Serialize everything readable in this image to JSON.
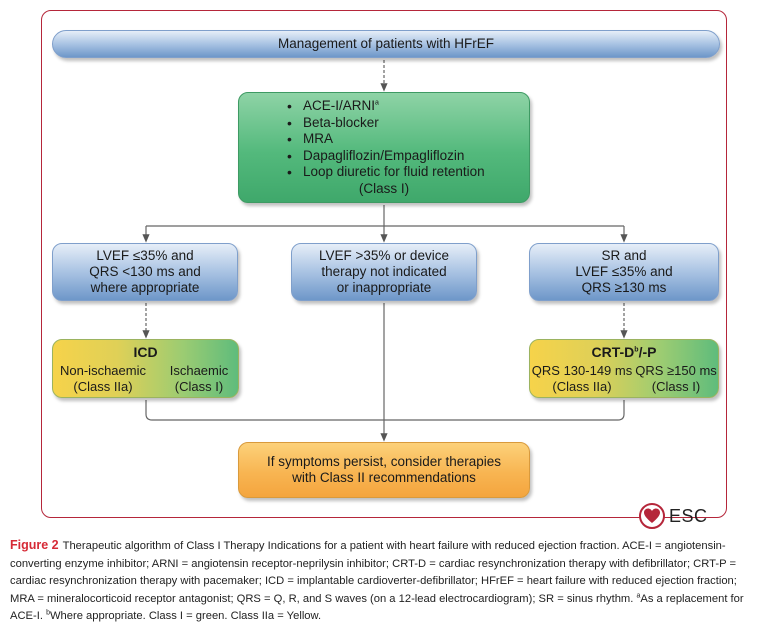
{
  "title": "Management of patients with HFrEF",
  "first_line": {
    "items": [
      {
        "text": "ACE-I/ARNI",
        "sup": "a"
      },
      {
        "text": "Beta-blocker",
        "sup": ""
      },
      {
        "text": "MRA",
        "sup": ""
      },
      {
        "text": "Dapagliflozin/Empagliflozin",
        "sup": ""
      },
      {
        "text": "Loop diuretic for fluid retention",
        "sup": ""
      }
    ],
    "class": "(Class I)"
  },
  "criteria": {
    "left": [
      "LVEF ≤35% and",
      "QRS <130 ms and",
      "where appropriate"
    ],
    "middle": [
      "LVEF >35% or device",
      "therapy not indicated",
      "or inappropriate"
    ],
    "right": [
      "SR and",
      "LVEF ≤35% and",
      "QRS ≥130 ms"
    ]
  },
  "icd": {
    "title": "ICD",
    "left_label": "Non-ischaemic",
    "left_class": "(Class IIa)",
    "right_label": "Ischaemic",
    "right_class": "(Class I)"
  },
  "crt": {
    "title_main": "CRT-D",
    "title_sup": "b",
    "title_suffix": "/-P",
    "left_label": "QRS 130-149 ms",
    "left_class": "(Class IIa)",
    "right_label": "QRS ≥150 ms",
    "right_class": "(Class I)"
  },
  "final": [
    "If symptoms persist, consider therapies",
    "with Class II recommendations"
  ],
  "logo_text": "ESC",
  "caption": {
    "label": "Figure 2",
    "text_before_a": "Therapeutic algorithm of Class I Therapy Indications for a patient with heart failure with reduced ejection fraction. ACE-I = angiotensin-converting enzyme inhibitor; ARNI = angiotensin receptor-neprilysin inhibitor; CRT-D = cardiac resynchronization therapy with defibrillator; CRT-P = cardiac resynchronization therapy with pacemaker; ICD = implantable cardioverter-defibrillator; HFrEF = heart failure with reduced ejection fraction; MRA = mineralocorticoid receptor antagonist; QRS = Q, R, and S waves (on a 12-lead electrocardiogram); SR = sinus rhythm. ",
    "sup_a": "a",
    "text_a": "As a replacement for ACE-I. ",
    "sup_b": "b",
    "text_b": "Where appropriate. Class I = green. Class IIa = Yellow."
  },
  "colors": {
    "frame": "#b5263a",
    "class_i": "#53b97c",
    "class_iia": "#f6d34a",
    "criteria": "#a9c3e3",
    "final": "#f8b552",
    "figure_label": "#d62a36"
  }
}
